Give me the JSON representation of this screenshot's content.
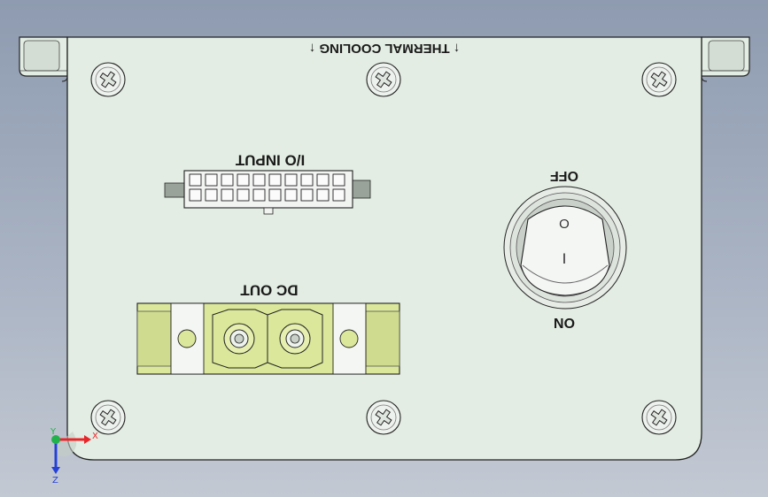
{
  "labels": {
    "thermal": "↑  THERMAL COOLING  ↑",
    "io_input": "I/O INPUT",
    "dc_out": "DC OUT",
    "off": "OFF",
    "on": "ON",
    "switch_on_mark": "I",
    "switch_off_mark": "O"
  },
  "axes": {
    "x": "X",
    "y": "Y",
    "z": "Z"
  },
  "colors": {
    "panel": "#e3ede3",
    "terminal": "#dbe79a",
    "outline": "#222222",
    "axis_x": "#e8262a",
    "axis_y": "#22b24c",
    "axis_z": "#2642d6"
  },
  "icons": [
    "screw-icon",
    "connector-icon",
    "rocker-switch-icon",
    "terminal-block-icon",
    "axis-triad-icon"
  ]
}
